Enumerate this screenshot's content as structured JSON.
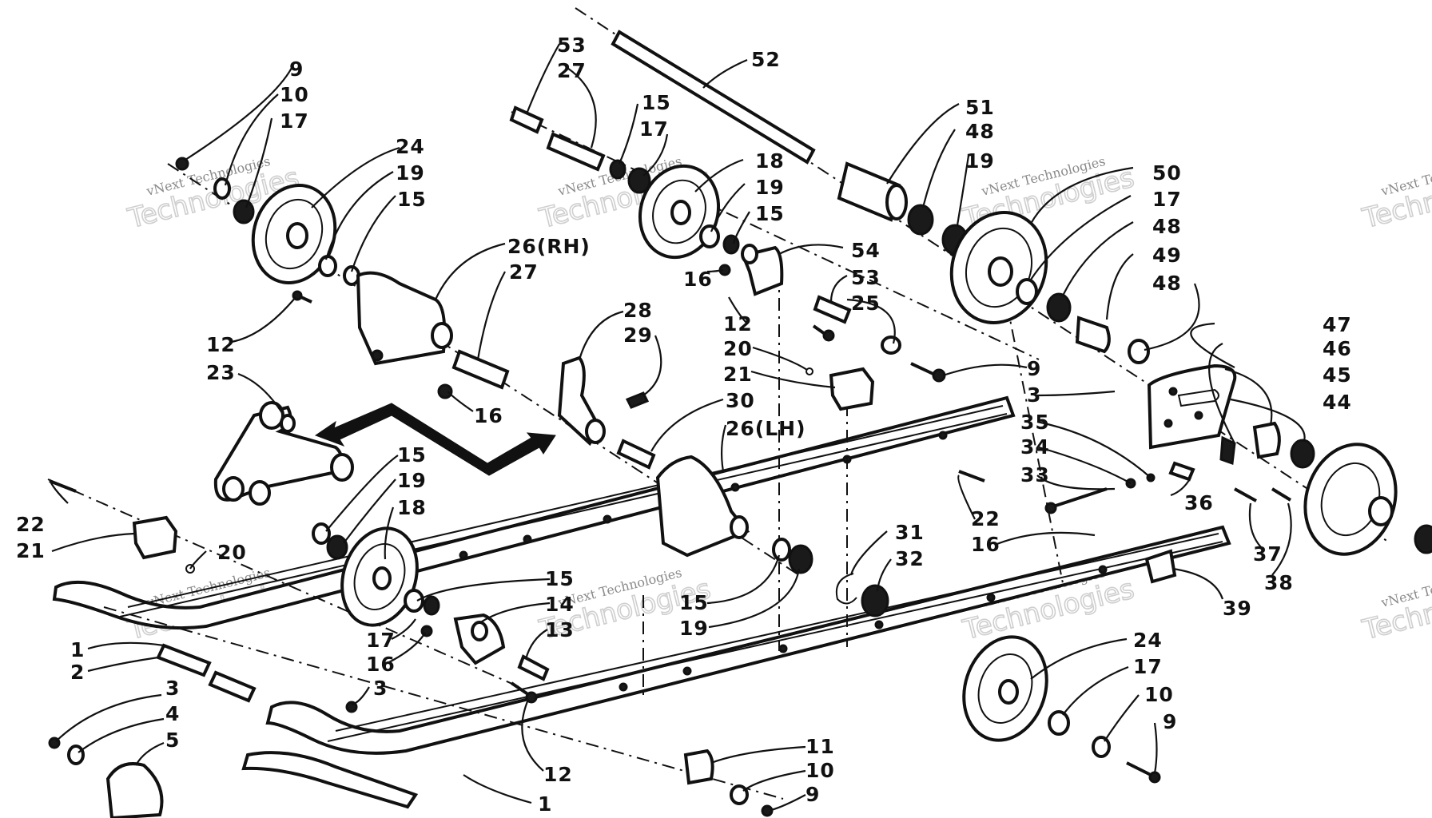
{
  "watermark": {
    "line1": "vNext Technologies",
    "line2": "Technologies"
  },
  "parts": [
    {
      "label": "9"
    },
    {
      "label": "10"
    },
    {
      "label": "17"
    },
    {
      "label": "24"
    },
    {
      "label": "19"
    },
    {
      "label": "15"
    },
    {
      "label": "26(RH)"
    },
    {
      "label": "27"
    },
    {
      "label": "12"
    },
    {
      "label": "23"
    },
    {
      "label": "16"
    },
    {
      "label": "53"
    },
    {
      "label": "27"
    },
    {
      "label": "15"
    },
    {
      "label": "17"
    },
    {
      "label": "52"
    },
    {
      "label": "18"
    },
    {
      "label": "19"
    },
    {
      "label": "15"
    },
    {
      "label": "54"
    },
    {
      "label": "16"
    },
    {
      "label": "53"
    },
    {
      "label": "25"
    },
    {
      "label": "28"
    },
    {
      "label": "29"
    },
    {
      "label": "12"
    },
    {
      "label": "20"
    },
    {
      "label": "21"
    },
    {
      "label": "30"
    },
    {
      "label": "26(LH)"
    },
    {
      "label": "51"
    },
    {
      "label": "48"
    },
    {
      "label": "19"
    },
    {
      "label": "50"
    },
    {
      "label": "17"
    },
    {
      "label": "48"
    },
    {
      "label": "49"
    },
    {
      "label": "48"
    },
    {
      "label": "9"
    },
    {
      "label": "47"
    },
    {
      "label": "46"
    },
    {
      "label": "45"
    },
    {
      "label": "44"
    },
    {
      "label": "3"
    },
    {
      "label": "35"
    },
    {
      "label": "34"
    },
    {
      "label": "33"
    },
    {
      "label": "36"
    },
    {
      "label": "37"
    },
    {
      "label": "38"
    },
    {
      "label": "22"
    },
    {
      "label": "16"
    },
    {
      "label": "39"
    },
    {
      "label": "15"
    },
    {
      "label": "19"
    },
    {
      "label": "18"
    },
    {
      "label": "22"
    },
    {
      "label": "21"
    },
    {
      "label": "20"
    },
    {
      "label": "15"
    },
    {
      "label": "14"
    },
    {
      "label": "13"
    },
    {
      "label": "17"
    },
    {
      "label": "16"
    },
    {
      "label": "1"
    },
    {
      "label": "2"
    },
    {
      "label": "3"
    },
    {
      "label": "4"
    },
    {
      "label": "5"
    },
    {
      "label": "3"
    },
    {
      "label": "12"
    },
    {
      "label": "1"
    },
    {
      "label": "11"
    },
    {
      "label": "10"
    },
    {
      "label": "9"
    },
    {
      "label": "15"
    },
    {
      "label": "19"
    },
    {
      "label": "31"
    },
    {
      "label": "32"
    },
    {
      "label": "24"
    },
    {
      "label": "17"
    },
    {
      "label": "10"
    },
    {
      "label": "9"
    }
  ]
}
